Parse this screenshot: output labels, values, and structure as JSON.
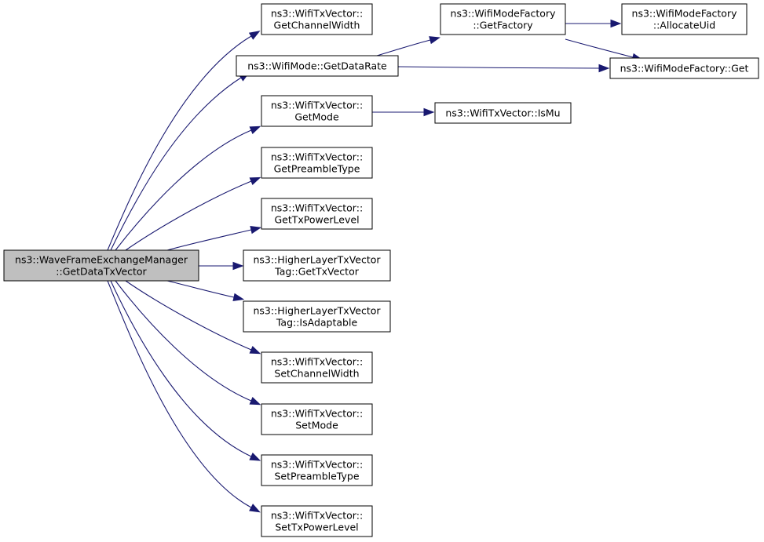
{
  "diagram": {
    "nodes": [
      {
        "id": "root",
        "lines": [
          "ns3::WaveFrameExchangeManager",
          "::GetDataTxVector"
        ],
        "highlighted": true
      },
      {
        "id": "txv_get_channel_width",
        "lines": [
          "ns3::WifiTxVector::",
          "GetChannelWidth"
        ]
      },
      {
        "id": "mode_get_data_rate",
        "lines": [
          "ns3::WifiMode::GetDataRate"
        ]
      },
      {
        "id": "factory_get_factory",
        "lines": [
          "ns3::WifiModeFactory",
          "::GetFactory"
        ]
      },
      {
        "id": "factory_allocate_uid",
        "lines": [
          "ns3::WifiModeFactory",
          "::AllocateUid"
        ]
      },
      {
        "id": "factory_get",
        "lines": [
          "ns3::WifiModeFactory::Get"
        ]
      },
      {
        "id": "txv_get_mode",
        "lines": [
          "ns3::WifiTxVector::",
          "GetMode"
        ]
      },
      {
        "id": "txv_is_mu",
        "lines": [
          "ns3::WifiTxVector::IsMu"
        ]
      },
      {
        "id": "txv_get_preamble_type",
        "lines": [
          "ns3::WifiTxVector::",
          "GetPreambleType"
        ]
      },
      {
        "id": "txv_get_tx_power_level",
        "lines": [
          "ns3::WifiTxVector::",
          "GetTxPowerLevel"
        ]
      },
      {
        "id": "tag_get_tx_vector",
        "lines": [
          "ns3::HigherLayerTxVector",
          "Tag::GetTxVector"
        ]
      },
      {
        "id": "tag_is_adaptable",
        "lines": [
          "ns3::HigherLayerTxVector",
          "Tag::IsAdaptable"
        ]
      },
      {
        "id": "txv_set_channel_width",
        "lines": [
          "ns3::WifiTxVector::",
          "SetChannelWidth"
        ]
      },
      {
        "id": "txv_set_mode",
        "lines": [
          "ns3::WifiTxVector::",
          "SetMode"
        ]
      },
      {
        "id": "txv_set_preamble_type",
        "lines": [
          "ns3::WifiTxVector::",
          "SetPreambleType"
        ]
      },
      {
        "id": "txv_set_tx_power_level",
        "lines": [
          "ns3::WifiTxVector::",
          "SetTxPowerLevel"
        ]
      }
    ],
    "edges": [
      {
        "from": "root",
        "to": "txv_get_channel_width"
      },
      {
        "from": "root",
        "to": "mode_get_data_rate"
      },
      {
        "from": "root",
        "to": "txv_get_mode"
      },
      {
        "from": "root",
        "to": "txv_get_preamble_type"
      },
      {
        "from": "root",
        "to": "txv_get_tx_power_level"
      },
      {
        "from": "root",
        "to": "tag_get_tx_vector"
      },
      {
        "from": "root",
        "to": "tag_is_adaptable"
      },
      {
        "from": "root",
        "to": "txv_set_channel_width"
      },
      {
        "from": "root",
        "to": "txv_set_mode"
      },
      {
        "from": "root",
        "to": "txv_set_preamble_type"
      },
      {
        "from": "root",
        "to": "txv_set_tx_power_level"
      },
      {
        "from": "mode_get_data_rate",
        "to": "factory_get_factory"
      },
      {
        "from": "mode_get_data_rate",
        "to": "factory_get"
      },
      {
        "from": "factory_get_factory",
        "to": "factory_allocate_uid"
      },
      {
        "from": "factory_get_factory",
        "to": "factory_get"
      },
      {
        "from": "txv_get_mode",
        "to": "txv_is_mu"
      }
    ],
    "colors": {
      "edge": "#191970",
      "highlighted_fill": "#bfbfbf",
      "node_fill": "#ffffff"
    }
  }
}
